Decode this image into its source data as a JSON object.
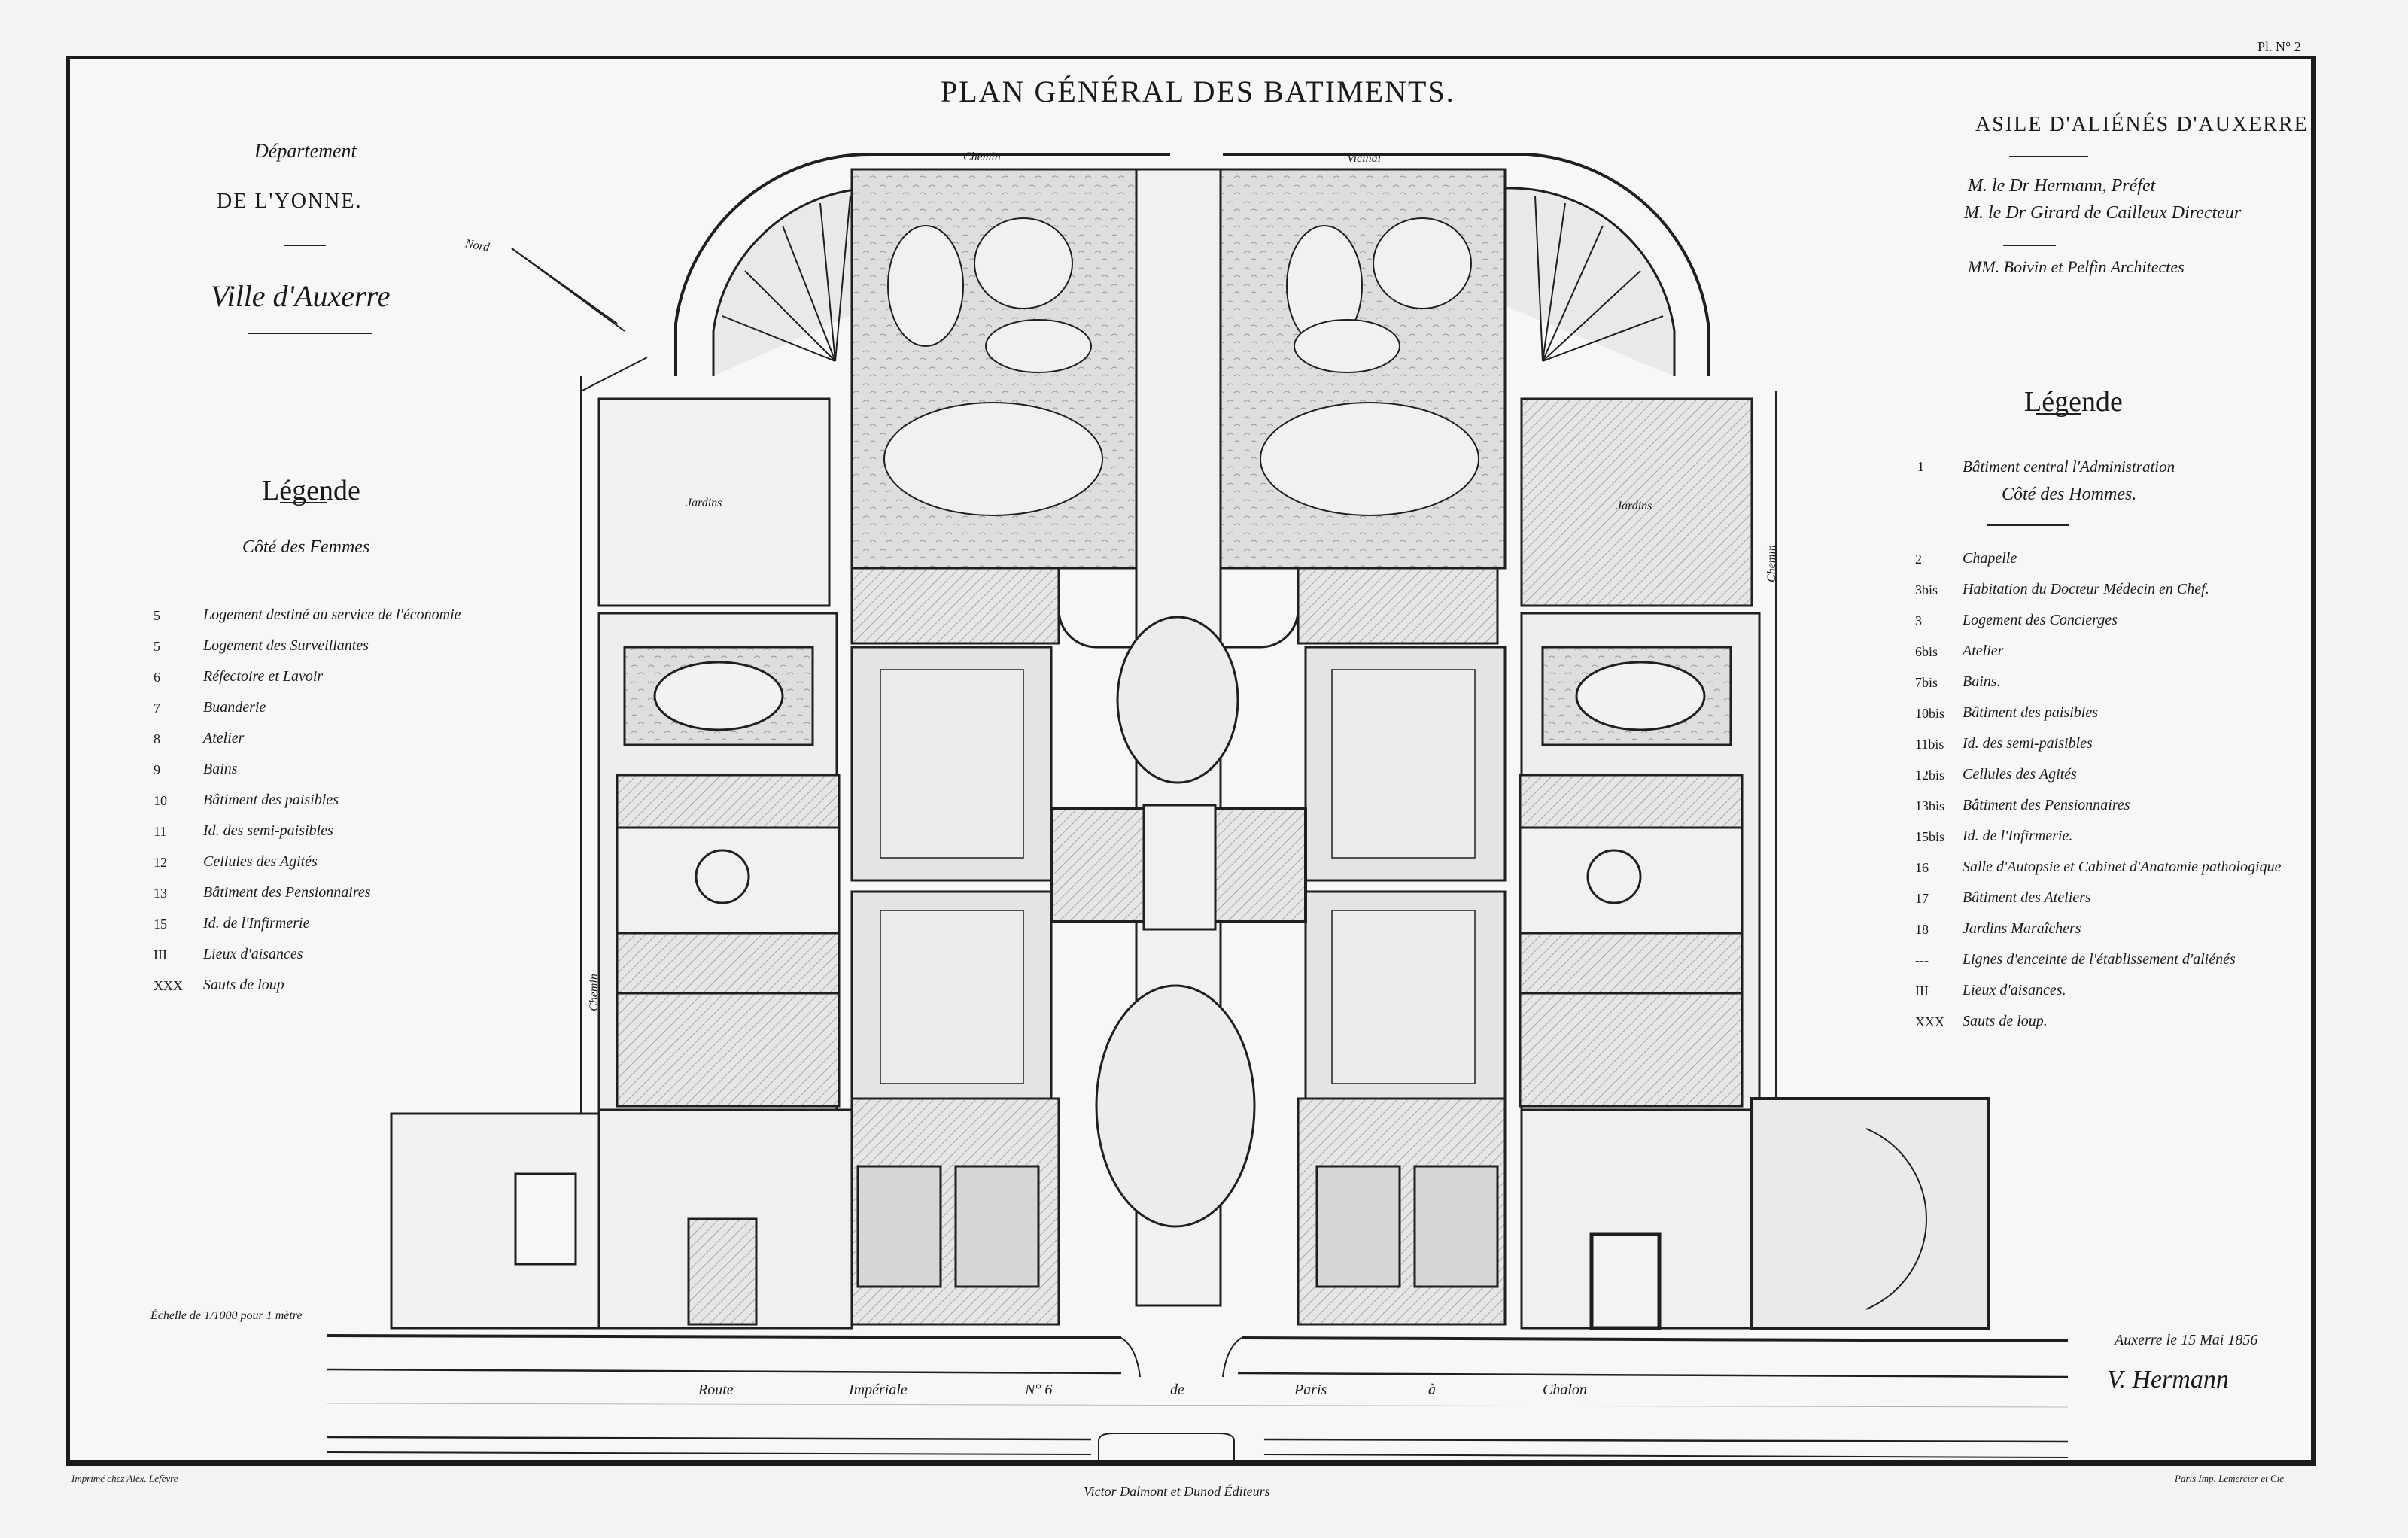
{
  "sheet_number": "Pl. N° 2",
  "title": "PLAN GÉNÉRAL DES BATIMENTS.",
  "left_header": {
    "line1": "Département",
    "line2": "DE L'YONNE.",
    "line3": "Ville d'Auxerre"
  },
  "right_header": {
    "institution": "ASILE D'ALIÉNÉS D'AUXERRE",
    "line1": "M. le Dr Hermann, Préfet",
    "line2": "M. le Dr Girard de Cailleux Directeur",
    "line3": "MM. Boivin et Pelfin Architectes"
  },
  "legend_left": {
    "title": "Légende",
    "subtitle": "Côté des Femmes",
    "items": [
      {
        "num": "5",
        "text": "Logement destiné au service de l'économie"
      },
      {
        "num": "5",
        "text": "Logement des Surveillantes"
      },
      {
        "num": "6",
        "text": "Réfectoire et Lavoir"
      },
      {
        "num": "7",
        "text": "Buanderie"
      },
      {
        "num": "8",
        "text": "Atelier"
      },
      {
        "num": "9",
        "text": "Bains"
      },
      {
        "num": "10",
        "text": "Bâtiment des paisibles"
      },
      {
        "num": "11",
        "text": "Id.   des semi-paisibles"
      },
      {
        "num": "12",
        "text": "Cellules des Agités"
      },
      {
        "num": "13",
        "text": "Bâtiment des Pensionnaires"
      },
      {
        "num": "15",
        "text": "Id.  de l'Infirmerie"
      },
      {
        "num": "III",
        "text": "Lieux d'aisances"
      },
      {
        "num": "XXX",
        "text": "Sauts de loup"
      }
    ]
  },
  "legend_right": {
    "title": "Légende",
    "first": {
      "num": "1",
      "text": "Bâtiment central l'Administration",
      "subtext": "Côté des Hommes."
    },
    "items": [
      {
        "num": "2",
        "text": "Chapelle"
      },
      {
        "num": "3bis",
        "text": "Habitation du Docteur Médecin en Chef."
      },
      {
        "num": "3",
        "text": "Logement des Concierges"
      },
      {
        "num": "6bis",
        "text": "Atelier"
      },
      {
        "num": "7bis",
        "text": "Bains."
      },
      {
        "num": "10bis",
        "text": "Bâtiment des paisibles"
      },
      {
        "num": "11bis",
        "text": "Id.   des semi-paisibles"
      },
      {
        "num": "12bis",
        "text": "Cellules des Agités"
      },
      {
        "num": "13bis",
        "text": "Bâtiment des Pensionnaires"
      },
      {
        "num": "15bis",
        "text": "Id.   de l'Infirmerie."
      },
      {
        "num": "16",
        "text": "Salle d'Autopsie et Cabinet d'Anatomie pathologique"
      },
      {
        "num": "17",
        "text": "Bâtiment des Ateliers"
      },
      {
        "num": "18",
        "text": "Jardins Maraîchers"
      },
      {
        "num": "---",
        "text": "Lignes d'enceinte de l'établissement d'aliénés"
      },
      {
        "num": "III",
        "text": "Lieux d'aisances."
      },
      {
        "num": "XXX",
        "text": "Sauts de loup."
      }
    ]
  },
  "plan_labels": {
    "north": "Nord",
    "chemin_top_left": "Chemin",
    "chemin_top_right": "Vicinal",
    "jardins_left": "Jardins",
    "jardins_right": "Jardins",
    "chemin_left": "Chemin",
    "chemin_right": "Chemin",
    "road_word1": "Route",
    "road_word2": "Impériale",
    "road_word3": "N° 6",
    "road_word4": "de",
    "road_word5": "Paris",
    "road_word6": "à",
    "road_word7": "Chalon"
  },
  "scale_note": "Échelle de 1/1000 pour 1 mètre",
  "date_note": "Auxerre le 15 Mai 1856",
  "signature": "V. Hermann",
  "footer": {
    "left": "Imprimé chez Alex. Lefèvre",
    "center": "Victor Dalmont et Dunod Éditeurs",
    "right": "Paris Imp. Lemercier et Cie"
  },
  "colors": {
    "ink": "#1a1a1a",
    "paper": "#f4f4f3",
    "wash": "#dcdcdc"
  }
}
